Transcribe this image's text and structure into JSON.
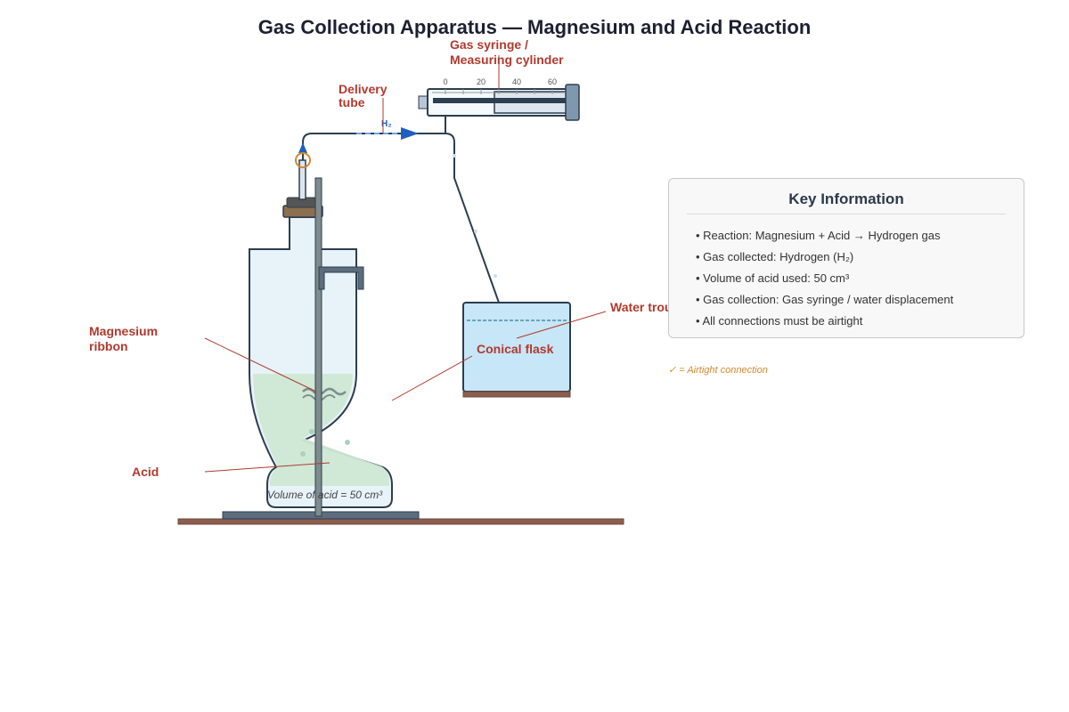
{
  "title": "Gas Collection Apparatus — Magnesium and Acid Reaction",
  "labels": {
    "gas_syringe_line1": "Gas syringe /",
    "gas_syringe_line2": "Measuring cylinder",
    "delivery_line1": "Delivery",
    "delivery_line2": "tube",
    "gas_symbol": "H₂",
    "magnesium_line1": "Magnesium",
    "magnesium_line2": "ribbon",
    "acid": "Acid",
    "conical_flask": "Conical flask",
    "water_trough": "Water trough",
    "acid_volume": "Volume of acid = 50 cm³"
  },
  "syringe_scale": [
    "0",
    "20",
    "40",
    "60"
  ],
  "key_info": {
    "title": "Key Information",
    "items": [
      "• Reaction: Magnesium + Acid → Hydrogen gas",
      "• Gas collected: Hydrogen (H₂)",
      "• Volume of acid used: 50 cm³",
      "• Gas collection: Gas syringe / water displacement",
      "• All connections must be airtight"
    ]
  },
  "airtight_note": "✓ = Airtight connection",
  "colors": {
    "label": "#b03a2e",
    "outline": "#2c3e50",
    "acid": "#cfe8d5",
    "water": "#c7e6f7",
    "glass": "#e8f3f9",
    "airtight_marker": "#d4882a",
    "gas_arrow": "#1f5fbf",
    "bench": "#8b5e4f"
  }
}
